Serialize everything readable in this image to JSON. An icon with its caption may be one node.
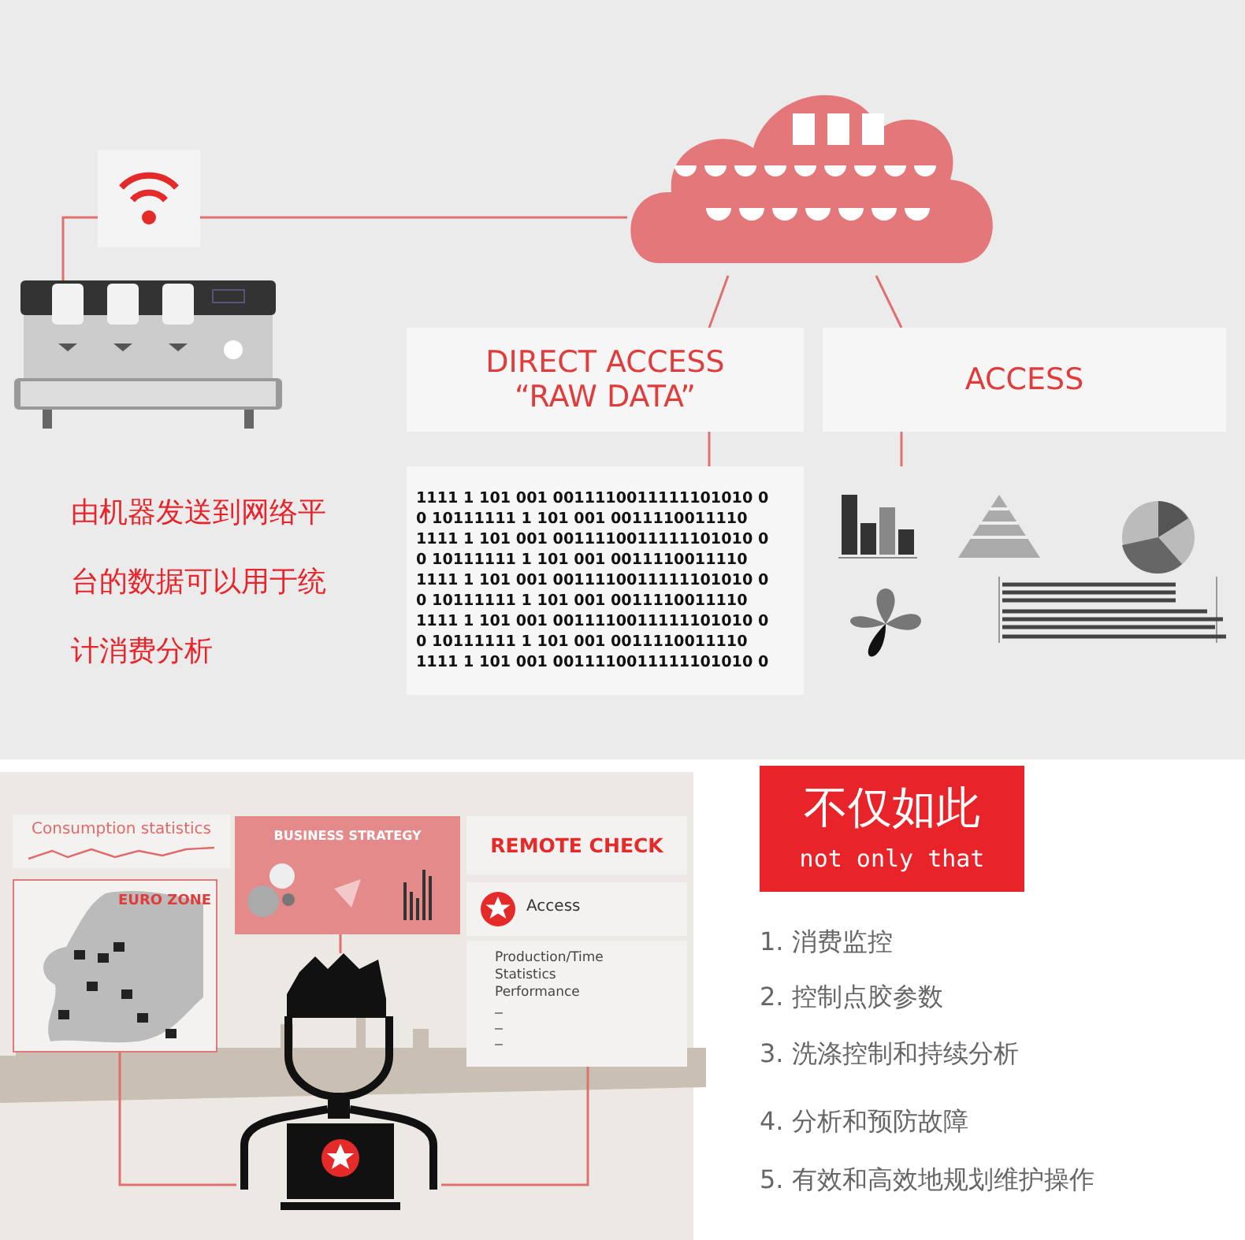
{
  "diagram": {
    "nodes": [
      {
        "text": [],
        "shape": "picture"
      },
      {
        "text": [],
        "shape": "picture"
      },
      {
        "text": [],
        "shape": "cloud"
      },
      {
        "text": [
          "DIRECT ACCESS “RAW DATA”"
        ]
      },
      {
        "text": [
          "ACCESS"
        ]
      },
      {
        "text": [
          "1111 1 101 001 0011110011111101010 0",
          "0 10111111 1 101 001 0011110011110",
          "1111 1 101 001 0011110011111101010 0",
          "0 10111111 1 101 001 0011110011110",
          "1111 1 101 001 0011110011111101010 0",
          "0 10111111 1 101 001 0011110011110",
          "1111 1 101 001 0011110011111101010 0",
          "0 10111111 1 101 001 0011110011110",
          "1111 1 101 001 0011110011111101010 0"
        ]
      },
      {
        "text": [],
        "shape": "picture"
      },
      {
        "text": [
          "Consumption statistics"
        ]
      },
      {
        "text": [
          "EURO ZONE"
        ]
      },
      {
        "text": [
          "BUSINESS STRATEGY"
        ]
      },
      {
        "text": [
          "REMOTE CHECK"
        ]
      },
      {
        "text": [
          "Access"
        ]
      },
      {
        "text": [
          "Production/Time",
          "Statistics",
          "Performance"
        ]
      },
      {
        "text": [],
        "shape": "person"
      },
      {
        "text": [
          "不仅如此",
          "not only that"
        ]
      }
    ],
    "edges": [
      {
        "from": 0,
        "to": 1,
        "arrow": "none"
      },
      {
        "from": 1,
        "to": 2,
        "arrow": "none"
      },
      {
        "from": 2,
        "to": 3,
        "arrow": "none"
      },
      {
        "from": 2,
        "to": 4,
        "arrow": "none"
      },
      {
        "from": 3,
        "to": 5,
        "arrow": "none"
      },
      {
        "from": 4,
        "to": 6,
        "arrow": "none"
      },
      {
        "from": 9,
        "to": 13,
        "arrow": "none"
      },
      {
        "from": 8,
        "to": 13,
        "arrow": "none"
      },
      {
        "from": 12,
        "to": 13,
        "arrow": "none"
      }
    ],
    "labels": [
      "由机器发送到网络平台的数据可以用于统计消费分析",
      "1.  消费监控",
      "2.  控制点胶参数",
      "3.  洗涤控制和持续分析",
      "4.  分析和预防故障",
      "5.  有效和高效地规划维护操作"
    ]
  }
}
